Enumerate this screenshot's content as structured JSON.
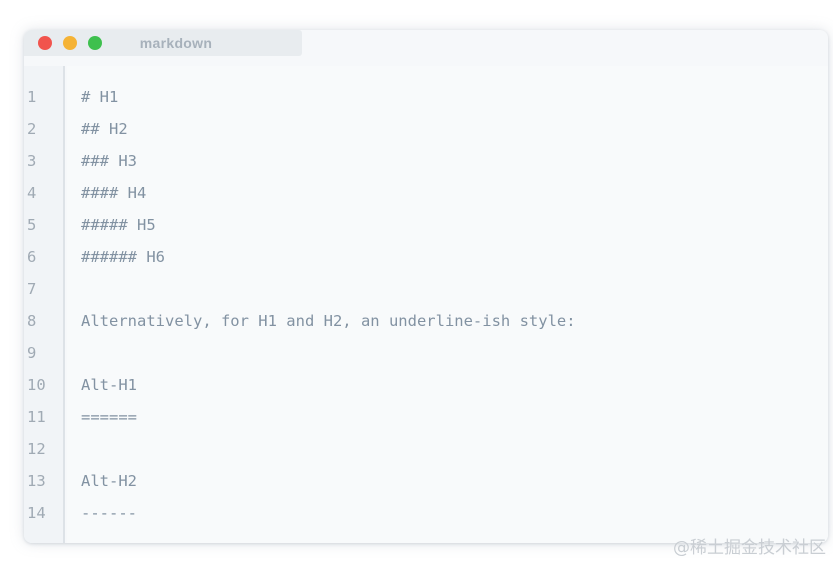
{
  "window": {
    "title": "markdown",
    "traffic_lights": [
      {
        "name": "close-button",
        "color": "#f1544d"
      },
      {
        "name": "minimize-button",
        "color": "#f5b335"
      },
      {
        "name": "maximize-button",
        "color": "#3ec04e"
      }
    ]
  },
  "editor": {
    "lines": [
      {
        "num": "1",
        "text": "# H1"
      },
      {
        "num": "2",
        "text": "## H2"
      },
      {
        "num": "3",
        "text": "### H3"
      },
      {
        "num": "4",
        "text": "#### H4"
      },
      {
        "num": "5",
        "text": "##### H5"
      },
      {
        "num": "6",
        "text": "###### H6"
      },
      {
        "num": "7",
        "text": ""
      },
      {
        "num": "8",
        "text": "Alternatively, for H1 and H2, an underline-ish style:"
      },
      {
        "num": "9",
        "text": ""
      },
      {
        "num": "10",
        "text": "Alt-H1"
      },
      {
        "num": "11",
        "text": "======"
      },
      {
        "num": "12",
        "text": ""
      },
      {
        "num": "13",
        "text": "Alt-H2"
      },
      {
        "num": "14",
        "text": "------"
      }
    ]
  },
  "watermark": "@稀土掘金技术社区",
  "colors": {
    "page_bg": "#ffffff",
    "window_bg": "#f6f8fa",
    "titlebar_bg": "#e8ecef",
    "gutter_bg": "#f1f4f7",
    "code_bg": "#f8fafb",
    "separator": "#dde2e7",
    "line_number_text": "#a0aab4",
    "code_text": "#8292a2",
    "title_text": "#a7b1bb",
    "watermark_text": "#c9ced3"
  }
}
